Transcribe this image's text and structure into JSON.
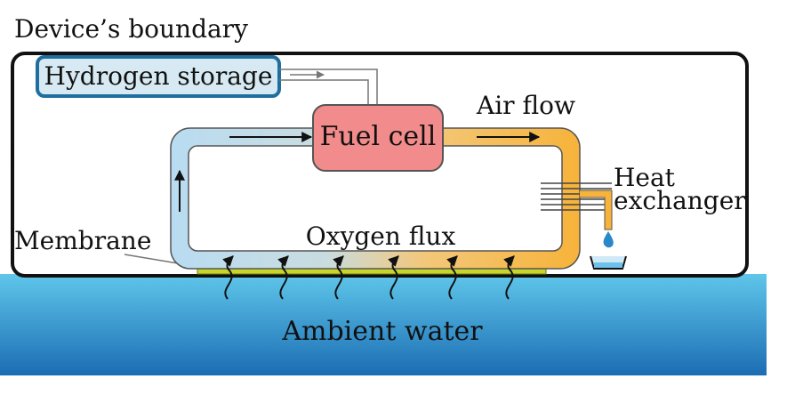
{
  "labels": {
    "device_boundary": "Device’s boundary",
    "hydrogen_storage": "Hydrogen storage",
    "fuel_cell": "Fuel cell",
    "air_flow": "Air flow",
    "heat_line1": "Heat",
    "heat_line2": "exchanger",
    "membrane": "Membrane",
    "oxygen_flux": "Oxygen flux",
    "ambient_water": "Ambient water"
  },
  "colors": {
    "boundary": "#111111",
    "storage_fill": "#d7eaf3",
    "storage_border": "#1f6f9e",
    "fuel_cell_fill": "#f28b8b",
    "loop_cold": "#b9dcf2",
    "loop_hot": "#f7b33a",
    "membrane": "#c8d62b",
    "water_top": "#5fc6ea",
    "water_bottom": "#1b6db3"
  }
}
